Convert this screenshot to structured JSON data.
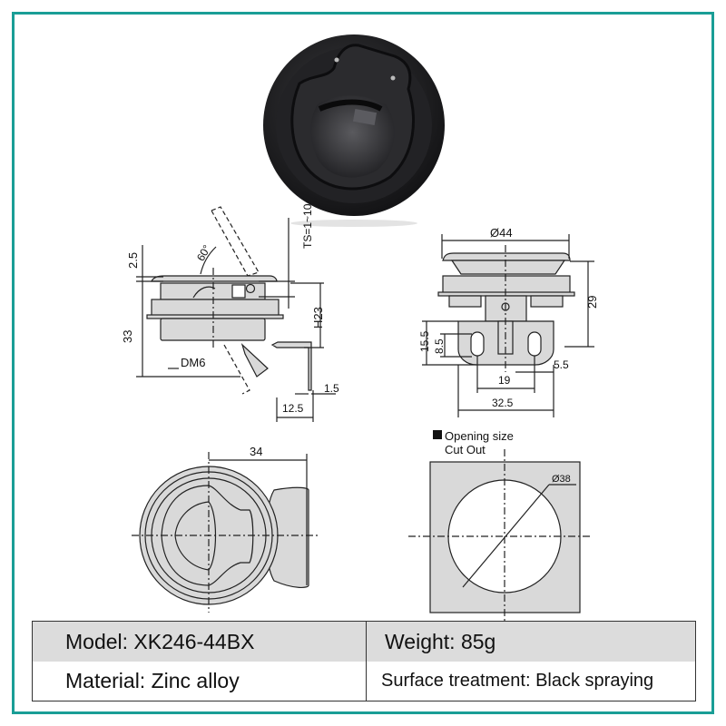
{
  "product_photo": {
    "subject": "black round flush pull latch",
    "colors": {
      "body": "#1c1c1e",
      "highlight": "#4a4a4e"
    }
  },
  "side_view_left": {
    "dimensions": {
      "angle": "60°",
      "top_height": "2.5",
      "total_height": "33",
      "panel_thickness": "TS=1~10",
      "latch_height": "H23",
      "direction": "DM6",
      "tongue_thickness": "1.5",
      "tongue_offset": "12.5"
    }
  },
  "side_view_right": {
    "dimensions": {
      "diameter": "Ø44",
      "height": "29",
      "base_height": "15.5",
      "slot_height": "8.5",
      "slot_spacing": "19",
      "slot_width": "5.5",
      "base_width": "32.5"
    }
  },
  "top_view": {
    "dimensions": {
      "reach": "34"
    }
  },
  "cutout": {
    "title": "Opening size",
    "subtitle": "Cut Out",
    "diameter": "Ø38"
  },
  "specs": {
    "rows": [
      [
        "Model: XK246-44BX",
        "Weight: 85g"
      ],
      [
        "Material: Zinc alloy",
        "Surface treatment: Black spraying"
      ]
    ]
  },
  "colors": {
    "frame": "#1a9e96",
    "part_fill": "#d9d9d9",
    "line": "#222222",
    "table_header": "#dcdcdc"
  }
}
